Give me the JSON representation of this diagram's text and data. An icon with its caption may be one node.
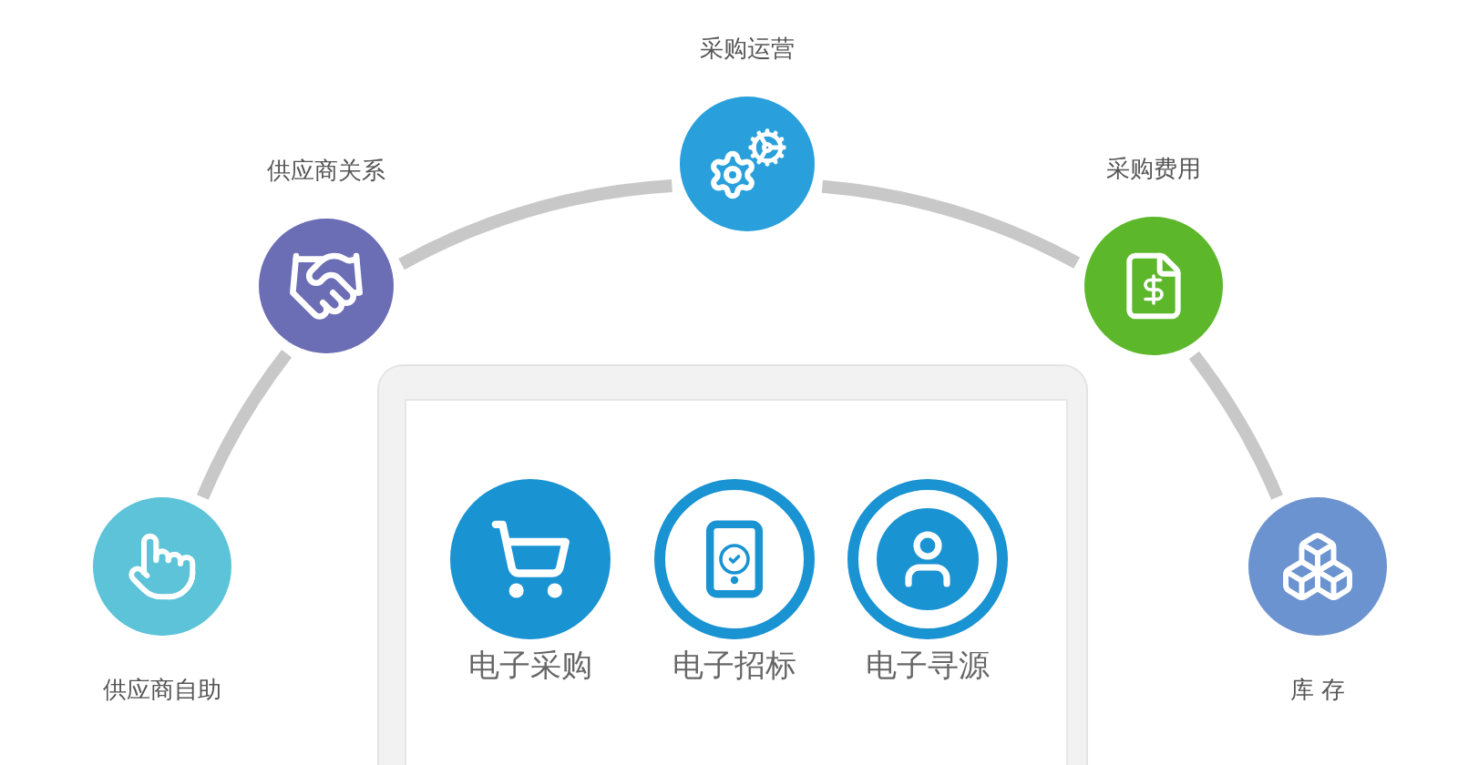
{
  "diagram": {
    "nodes": [
      {
        "text": [
          "供应商自助"
        ]
      },
      {
        "text": [
          "供应商关系"
        ]
      },
      {
        "text": [
          "采购运营"
        ]
      },
      {
        "text": [
          "采购费用"
        ]
      },
      {
        "text": [
          "库 存"
        ]
      },
      {
        "text": [],
        "shape": "box"
      },
      {
        "text": [
          "电子采购"
        ],
        "in": 5
      },
      {
        "text": [
          "电子招标"
        ],
        "in": 5
      },
      {
        "text": [
          "电子寻源"
        ],
        "in": 5
      }
    ],
    "edges": [
      {
        "from": 0,
        "to": 1,
        "arrow": "none"
      },
      {
        "from": 1,
        "to": 2,
        "arrow": "none"
      },
      {
        "from": 2,
        "to": 3,
        "arrow": "none"
      },
      {
        "from": 3,
        "to": 4,
        "arrow": "none"
      }
    ]
  }
}
